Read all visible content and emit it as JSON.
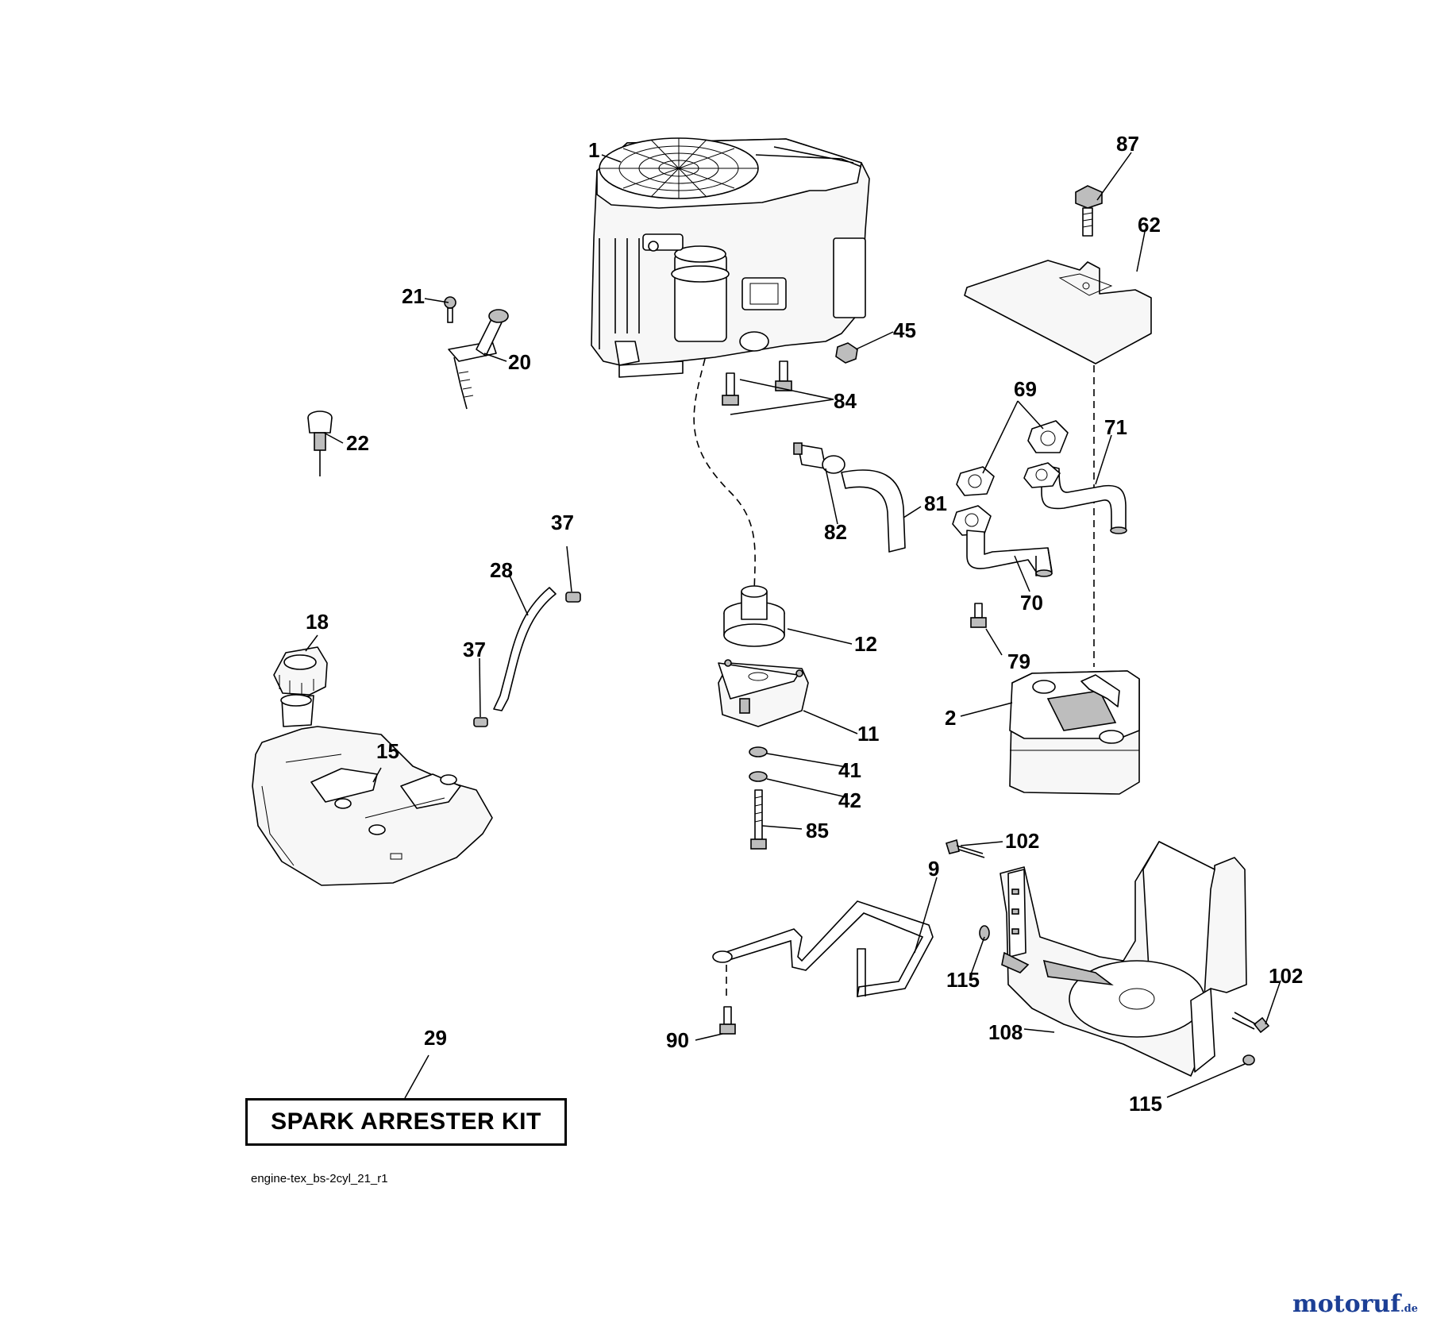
{
  "diagram": {
    "callouts": [
      "1",
      "2",
      "9",
      "11",
      "12",
      "15",
      "18",
      "20",
      "21",
      "22",
      "28",
      "29",
      "37",
      "37",
      "41",
      "42",
      "45",
      "62",
      "69",
      "70",
      "71",
      "79",
      "81",
      "82",
      "84",
      "85",
      "87",
      "90",
      "102",
      "102",
      "108",
      "115",
      "115"
    ],
    "kit_label": "SPARK ARRESTER KIT",
    "drawing_id": "engine-tex_bs-2cyl_21_r1"
  },
  "watermark": {
    "brand": "motoruf",
    "tld": ".de",
    "color": "#1c3f95"
  }
}
